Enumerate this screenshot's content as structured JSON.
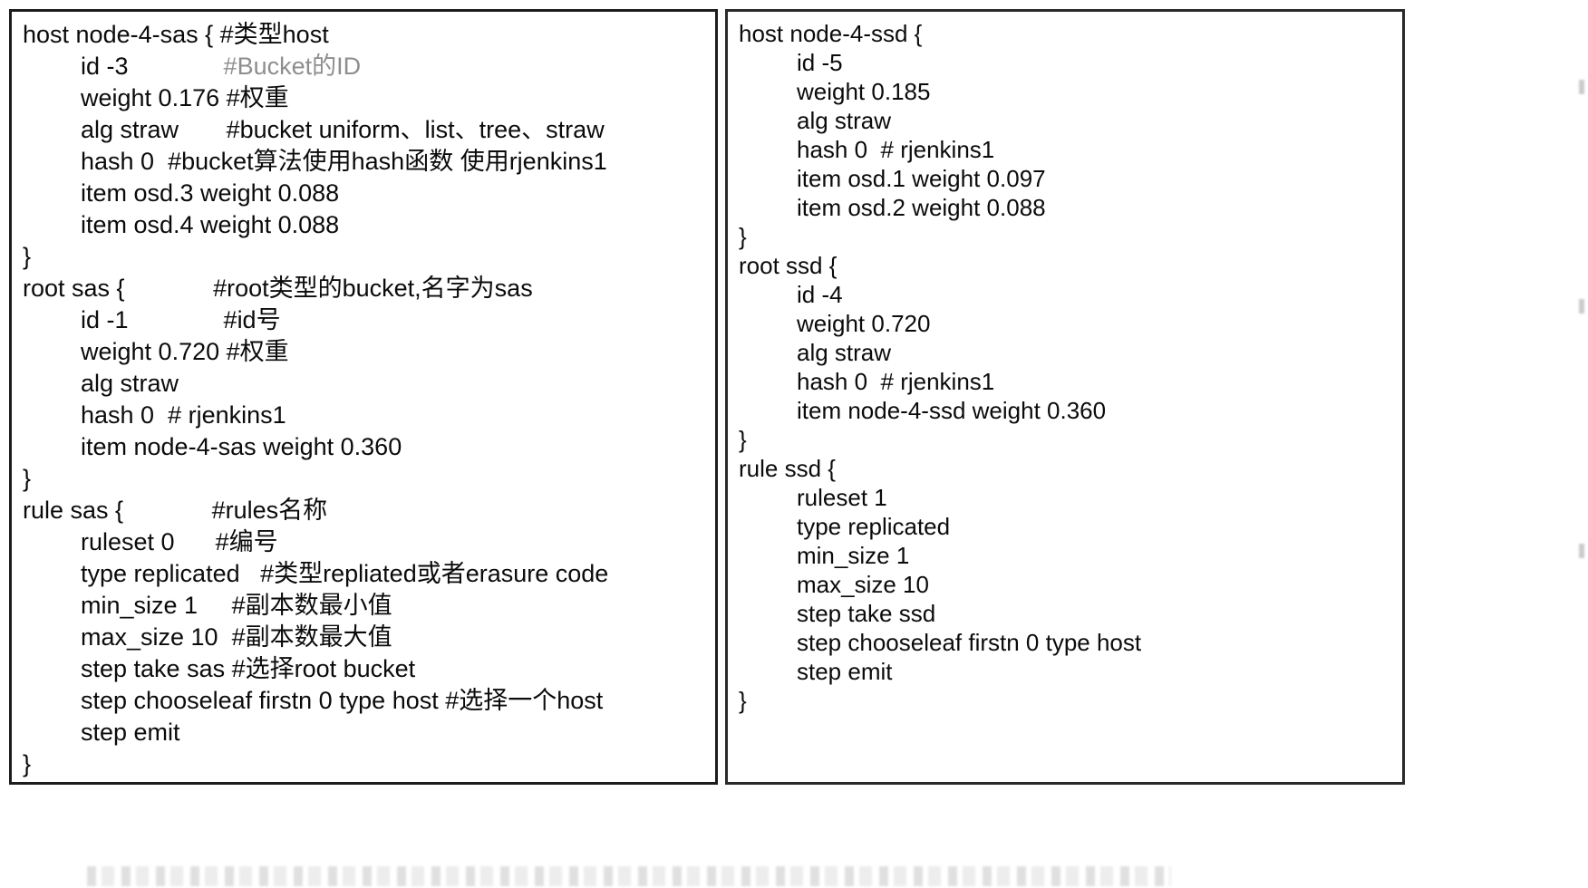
{
  "page": {
    "background": "#ffffff",
    "text_color": "#0b0b0b",
    "comment_gray": "#8e8e8e",
    "border_color": "#1c1c1c"
  },
  "left_panel": {
    "lines": [
      {
        "code": "host node-4-sas { ",
        "comment": "#类型host"
      },
      {
        "code": "id -3              ",
        "comment": "#Bucket的ID"
      },
      {
        "code": "weight 0.176 ",
        "comment": "#权重"
      },
      {
        "code": "alg straw       ",
        "comment": "#bucket uniform、list、tree、straw"
      },
      {
        "code": "hash 0  ",
        "comment": "#bucket算法使用hash函数 使用rjenkins1"
      },
      {
        "code": "item osd.3 weight 0.088",
        "comment": ""
      },
      {
        "code": "item osd.4 weight 0.088",
        "comment": ""
      },
      {
        "code": "}",
        "comment": ""
      },
      {
        "code": "root sas {             ",
        "comment": "#root类型的bucket,名字为sas"
      },
      {
        "code": "id -1              ",
        "comment": "#id号"
      },
      {
        "code": "weight 0.720 ",
        "comment": "#权重"
      },
      {
        "code": "alg straw",
        "comment": ""
      },
      {
        "code": "hash 0  ",
        "comment": "# rjenkins1"
      },
      {
        "code": "item node-4-sas weight 0.360",
        "comment": ""
      },
      {
        "code": "}",
        "comment": ""
      },
      {
        "code": "rule sas {             ",
        "comment": "#rules名称"
      },
      {
        "code": "ruleset 0      ",
        "comment": "#编号"
      },
      {
        "code": "type replicated   ",
        "comment": "#类型repliated或者erasure code"
      },
      {
        "code": "min_size 1     ",
        "comment": "#副本数最小值"
      },
      {
        "code": "max_size 10  ",
        "comment": "#副本数最大值"
      },
      {
        "code": "step take sas ",
        "comment": "#选择root bucket"
      },
      {
        "code": "step chooseleaf firstn 0 type host ",
        "comment": "#选择一个host"
      },
      {
        "code": "step emit",
        "comment": ""
      },
      {
        "code": "}",
        "comment": ""
      }
    ]
  },
  "right_panel": {
    "lines": [
      {
        "code": "host node-4-ssd {",
        "comment": ""
      },
      {
        "code": "id -5",
        "comment": ""
      },
      {
        "code": "weight 0.185",
        "comment": ""
      },
      {
        "code": "alg straw",
        "comment": ""
      },
      {
        "code": "hash 0  ",
        "comment": "# rjenkins1"
      },
      {
        "code": "item osd.1 weight 0.097",
        "comment": ""
      },
      {
        "code": "item osd.2 weight 0.088",
        "comment": ""
      },
      {
        "code": "}",
        "comment": ""
      },
      {
        "code": "root ssd {",
        "comment": ""
      },
      {
        "code": "id -4",
        "comment": ""
      },
      {
        "code": "weight 0.720",
        "comment": ""
      },
      {
        "code": "alg straw",
        "comment": ""
      },
      {
        "code": "hash 0  ",
        "comment": "# rjenkins1"
      },
      {
        "code": "item node-4-ssd weight 0.360",
        "comment": ""
      },
      {
        "code": "}",
        "comment": ""
      },
      {
        "code": "rule ssd {",
        "comment": ""
      },
      {
        "code": "ruleset 1",
        "comment": ""
      },
      {
        "code": "type replicated",
        "comment": ""
      },
      {
        "code": "min_size 1",
        "comment": ""
      },
      {
        "code": "max_size 10",
        "comment": ""
      },
      {
        "code": "step take ssd",
        "comment": ""
      },
      {
        "code": "step chooseleaf firstn 0 type host",
        "comment": ""
      },
      {
        "code": "step emit",
        "comment": ""
      },
      {
        "code": "}",
        "comment": ""
      }
    ]
  }
}
